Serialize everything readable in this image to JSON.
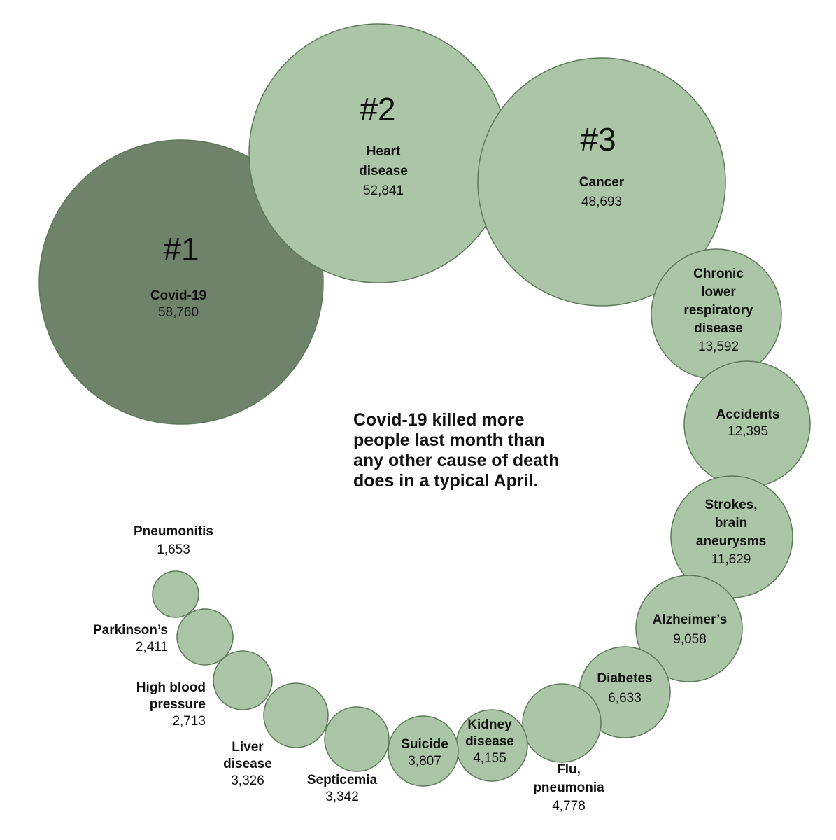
{
  "headline": [
    "Covid-19 killed more",
    "people last month than",
    "any other cause of death",
    "does in a typical April."
  ],
  "colors": {
    "highlight": "#6f836b",
    "bubble": "#abc6a6",
    "stroke": "#5c7a58",
    "rank_on_light": "#3d5a3a",
    "rank_on_dark": "#ffffff"
  },
  "chart_data": {
    "type": "bubble",
    "title": "Covid-19 killed more people last month than any other cause of death does in a typical April.",
    "items": [
      {
        "rank": "#1",
        "name": [
          "Covid-19"
        ],
        "value": 58760,
        "value_label": "58,760",
        "highlight": true
      },
      {
        "rank": "#2",
        "name": [
          "Heart",
          "disease"
        ],
        "value": 52841,
        "value_label": "52,841"
      },
      {
        "rank": "#3",
        "name": [
          "Cancer"
        ],
        "value": 48693,
        "value_label": "48,693"
      },
      {
        "name": [
          "Chronic",
          "lower",
          "respiratory",
          "disease"
        ],
        "value": 13592,
        "value_label": "13,592"
      },
      {
        "name": [
          "Accidents"
        ],
        "value": 12395,
        "value_label": "12,395"
      },
      {
        "name": [
          "Strokes,",
          "brain",
          "aneurysms"
        ],
        "value": 11629,
        "value_label": "11,629"
      },
      {
        "name": [
          "Alzheimer’s"
        ],
        "value": 9058,
        "value_label": "9,058"
      },
      {
        "name": [
          "Diabetes"
        ],
        "value": 6633,
        "value_label": "6,633"
      },
      {
        "name": [
          "Flu,",
          "pneumonia"
        ],
        "value": 4778,
        "value_label": "4,778"
      },
      {
        "name": [
          "Kidney",
          "disease"
        ],
        "value": 4155,
        "value_label": "4,155"
      },
      {
        "name": [
          "Suicide"
        ],
        "value": 3807,
        "value_label": "3,807"
      },
      {
        "name": [
          "Septicemia"
        ],
        "value": 3342,
        "value_label": "3,342"
      },
      {
        "name": [
          "Liver",
          "disease"
        ],
        "value": 3326,
        "value_label": "3,326"
      },
      {
        "name": [
          "High blood",
          "pressure"
        ],
        "value": 2713,
        "value_label": "2,713"
      },
      {
        "name": [
          "Parkinson’s"
        ],
        "value": 2411,
        "value_label": "2,411"
      },
      {
        "name": [
          "Pneumonitis"
        ],
        "value": 1653,
        "value_label": "1,653"
      }
    ]
  }
}
